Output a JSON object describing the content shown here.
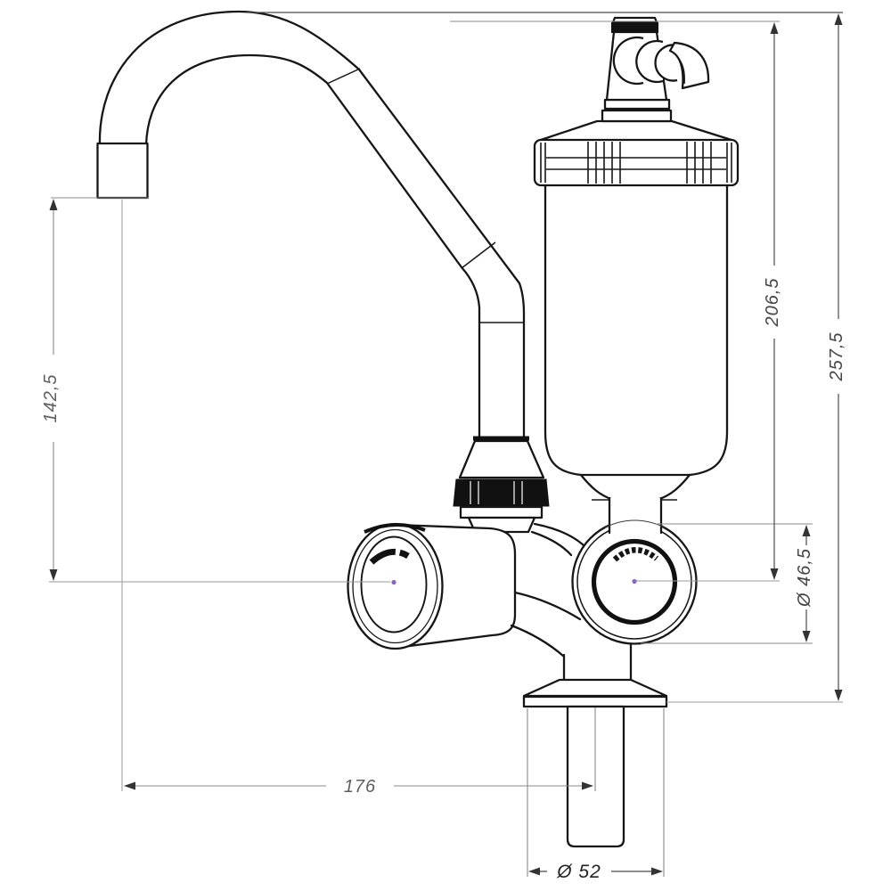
{
  "drawing": {
    "subject": "deck-mounted-faucet-with-inline-filter-dimensioned-side-view",
    "dimensions": {
      "spout_outlet_height": "142,5",
      "filter_top_height": "206,5",
      "overall_height": "257,5",
      "valve_knob_diameter": "Ø 46,5",
      "horizontal_reach": "176",
      "mounting_shank_diameter": "Ø 52"
    },
    "colors": {
      "drawing_line": "#161616",
      "dimension_line": "#8a8a8a",
      "center_dot": "#8a63d2",
      "background": "#ffffff"
    }
  }
}
